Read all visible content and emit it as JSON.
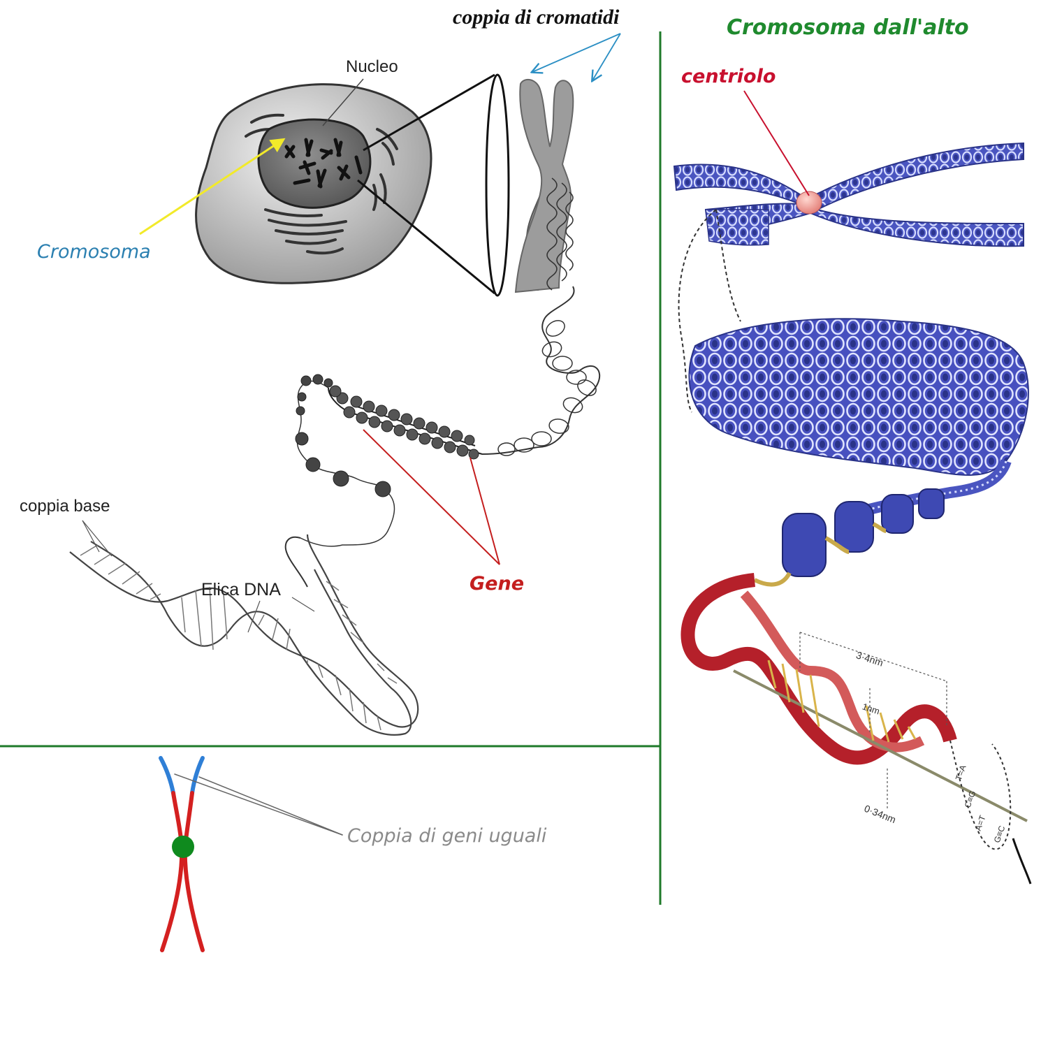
{
  "labels": {
    "chromatid_pair": "coppia di cromatidi",
    "nucleus": "Nucleo",
    "chromosome": "Cromosoma",
    "gene": "Gene",
    "base_pair": "coppia base",
    "dna_helix": "Elica DNA",
    "top_view": "Cromosoma dall'alto",
    "centriole": "centriolo",
    "gene_pair": "Coppia di geni uguali",
    "helix_pitch": "3·4nm",
    "helix_width": "1nm",
    "base_spacing": "0·34nm",
    "base_ta": "T=A",
    "base_cg": "C≡G",
    "base_at": "A=T",
    "base_gc": "G≡C"
  },
  "colors": {
    "divider_green": "#1f7a2a",
    "chromosome_label_blue": "#2a7fb0",
    "arrow_yellow": "#f2ea2a",
    "arrow_blue": "#2b8fc4",
    "gene_red": "#c41e1e",
    "centriole_red": "#c8102e",
    "title_green": "#1f8a2e",
    "chromatin_blue": "#4a55c0",
    "centromere_green": "#0f8a1e",
    "telomere_blue": "#2f7fd6",
    "arm_red": "#d42020",
    "gene_pair_gray": "#8a8a8a"
  }
}
